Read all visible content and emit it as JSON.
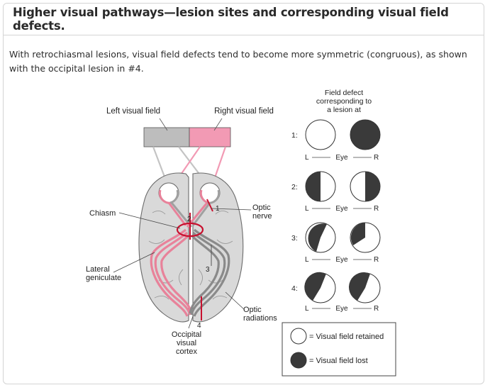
{
  "header": {
    "title": "Higher visual pathways—lesion sites and corresponding visual field defects."
  },
  "caption": "With retrochiasmal lesions, visual field defects tend to become more symmetric (congruous), as shown with the occipital lesion in #4.",
  "figure": {
    "left_visual_field": "Left visual field",
    "right_visual_field": "Right visual field",
    "labels": {
      "chiasm": "Chiasm",
      "optic_nerve_1": "Optic",
      "optic_nerve_2": "nerve",
      "lateral_geniculate_1": "Lateral",
      "lateral_geniculate_2": "geniculate",
      "optic_radiations_1": "Optic",
      "optic_radiations_2": "radiations",
      "occipital_cortex_1": "Occipital",
      "occipital_cortex_2": "visual",
      "occipital_cortex_3": "cortex"
    },
    "lesion_numbers": [
      "1",
      "2",
      "3",
      "4"
    ],
    "field_defect_header": [
      "Field defect",
      "corresponding to",
      "a lesion at"
    ],
    "eye_axis": {
      "left": "L",
      "center": "Eye",
      "right": "R"
    },
    "rows": [
      {
        "label": "1:",
        "left_eye": "retained",
        "right_eye": "lost"
      },
      {
        "label": "2:",
        "left_eye": "temporal half lost",
        "right_eye": "temporal half lost"
      },
      {
        "label": "3:",
        "left_eye": "left superior-leaning sector lost",
        "right_eye": "left sector lost"
      },
      {
        "label": "4:",
        "left_eye": "left sector lost",
        "right_eye": "left sector lost"
      }
    ],
    "legend": {
      "retained": "= Visual field retained",
      "lost": "= Visual field lost"
    },
    "colors": {
      "lesion_red": "#c8102e",
      "pink_pathway": "#e8829a",
      "gray_pathway": "#8a8a8a",
      "brain_fill": "#d9d9d9",
      "defect_fill": "#3a3a3a"
    }
  }
}
